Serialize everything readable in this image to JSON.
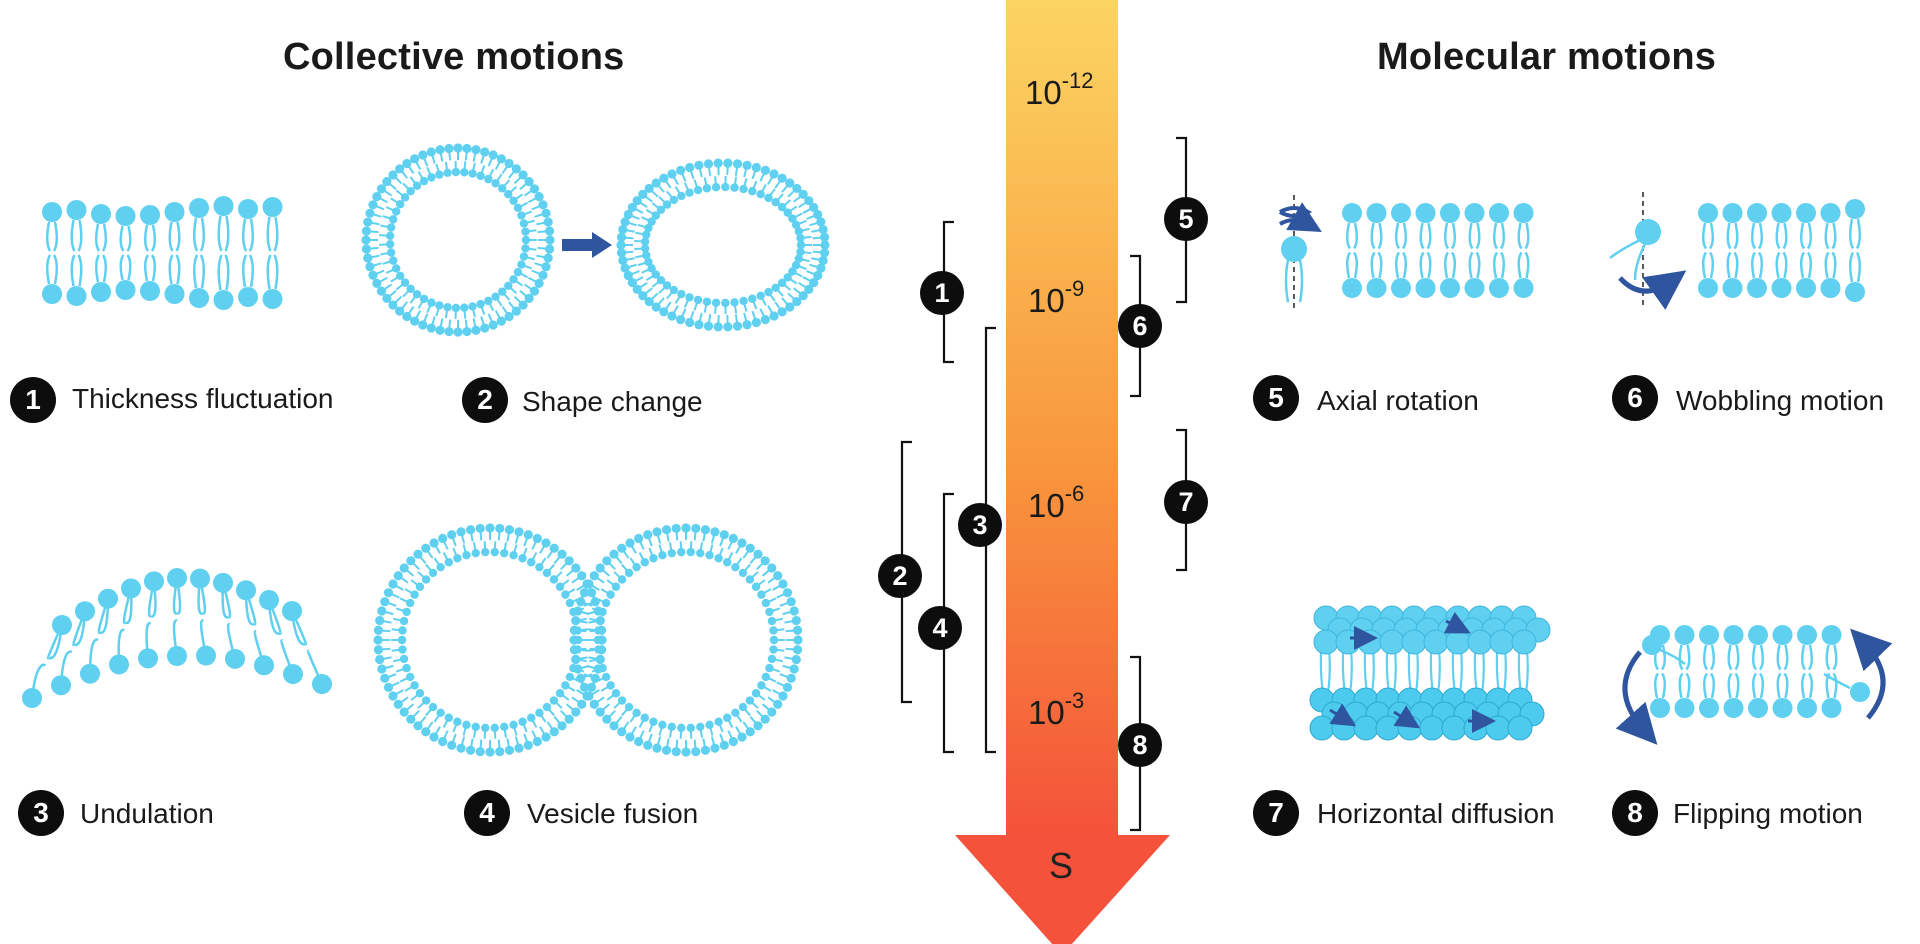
{
  "titles": {
    "collective": "Collective motions",
    "molecular": "Molecular motions"
  },
  "motions": [
    {
      "number": "1",
      "label": "Thickness fluctuation"
    },
    {
      "number": "2",
      "label": "Shape change"
    },
    {
      "number": "3",
      "label": "Undulation"
    },
    {
      "number": "4",
      "label": "Vesicle fusion"
    },
    {
      "number": "5",
      "label": "Axial rotation"
    },
    {
      "number": "6",
      "label": "Wobbling motion"
    },
    {
      "number": "7",
      "label": "Horizontal diffusion"
    },
    {
      "number": "8",
      "label": "Flipping motion"
    }
  ],
  "timescale": {
    "ticks": [
      {
        "base": "10",
        "exponent": "-12"
      },
      {
        "base": "10",
        "exponent": "-9"
      },
      {
        "base": "10",
        "exponent": "-6"
      },
      {
        "base": "10",
        "exponent": "-3"
      }
    ],
    "unit": "S"
  },
  "colors": {
    "lipid": "#5fd0f0",
    "arrow_blue": "#2f559f",
    "gradient_top": "#fbd463",
    "gradient_bottom": "#f4523a",
    "badge": "#0d0d0d"
  }
}
